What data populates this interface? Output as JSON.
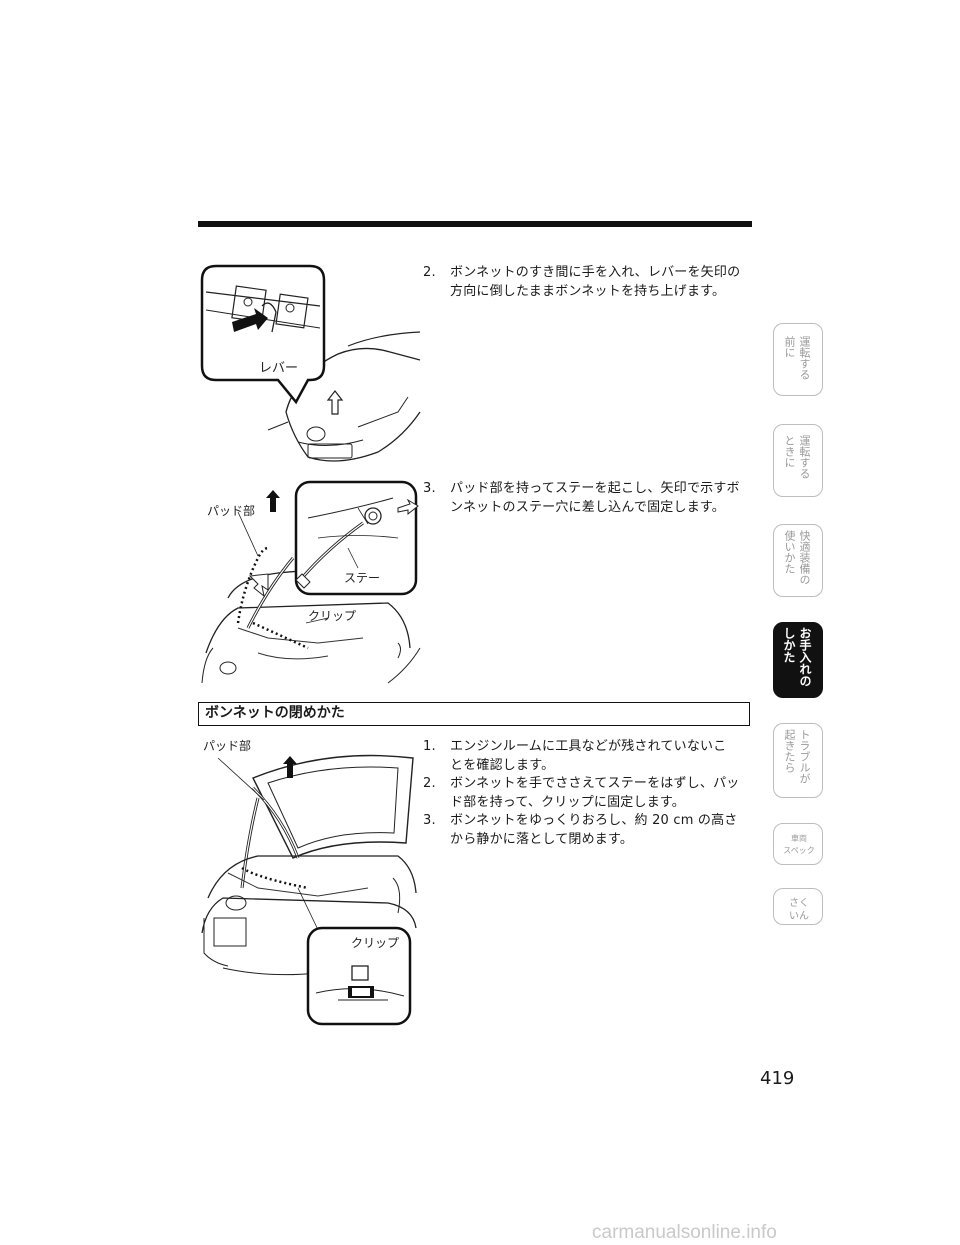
{
  "steps_open": [
    {
      "num": "2.",
      "line1": "ボンネットのすき間に手を入れ、レバーを矢印の",
      "line2": "方向に倒したままボンネットを持ち上げます。"
    },
    {
      "num": "3.",
      "line1": "パッド部を持ってステーを起こし、矢印で示すボ",
      "line2": "ンネットのステー穴に差し込んで固定します。"
    }
  ],
  "section_title": "ボンネットの閉めかた",
  "steps_close": [
    {
      "num": "1.",
      "line1": "エンジンルームに工具などが残されていないこ",
      "line2": "とを確認します。"
    },
    {
      "num": "2.",
      "line1": "ボンネットを手でささえてステーをはずし、パッ",
      "line2": "ド部を持って、クリップに固定します。"
    },
    {
      "num": "3.",
      "line1": "ボンネットをゆっくりおろし、約 20 cm の高さ",
      "line2": "から静かに落として閉めます。"
    }
  ],
  "illustration_labels": {
    "lever": "レバー",
    "pad1": "パッド部",
    "stay": "ステー",
    "clip1": "クリップ",
    "pad2": "パッド部",
    "clip2": "クリップ"
  },
  "side_tabs": [
    {
      "col1": "運転する",
      "col2": "前に",
      "active": false
    },
    {
      "col1": "運転する",
      "col2": "ときに",
      "active": false
    },
    {
      "col1": "快適装備の",
      "col2": "使いかた",
      "active": false
    },
    {
      "col1": "お手入れの",
      "col2": "しかた",
      "active": true
    },
    {
      "col1": "トラブルが",
      "col2": "起きたら",
      "active": false
    },
    {
      "col1": "車両",
      "col2": "スペック",
      "active": false
    },
    {
      "col1": "さく",
      "col2": "いん",
      "active": false
    }
  ],
  "page_number": "419",
  "watermark": "carmanualsonline.info"
}
